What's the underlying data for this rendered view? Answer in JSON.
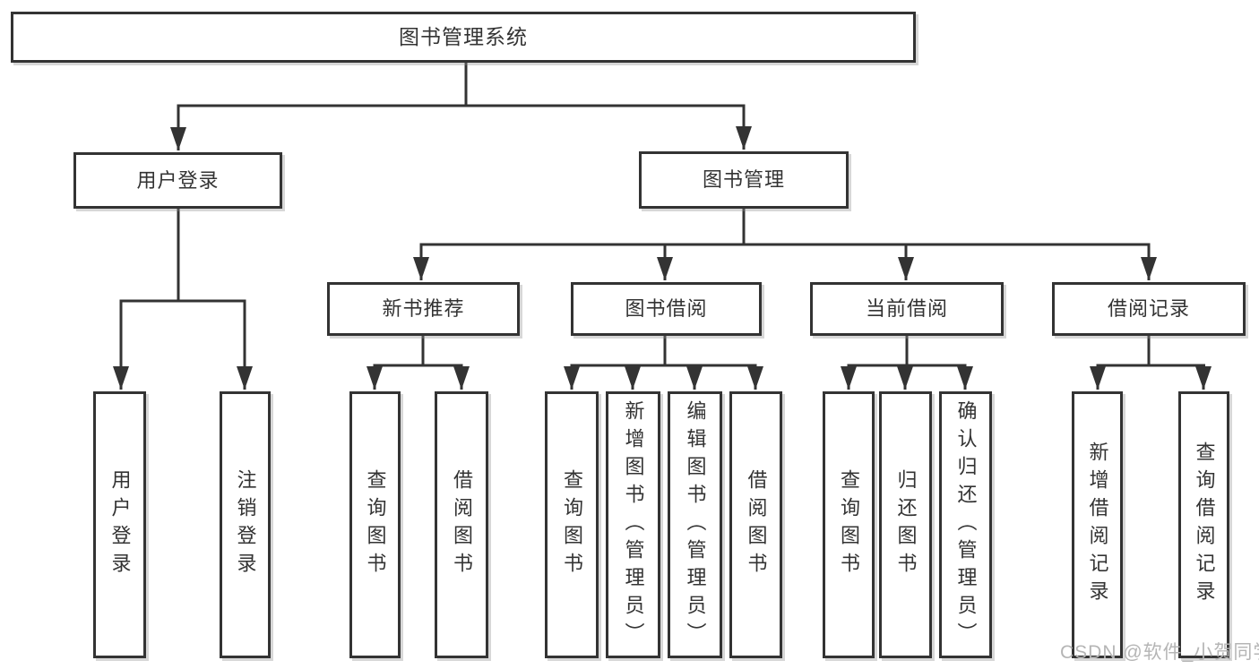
{
  "diagram_title": "图书管理系统",
  "watermark": "CSDN @软件_小贺同学",
  "colors": {
    "line": "#333333",
    "box_border": "#333333",
    "text": "#333333",
    "watermark": "#b5b5b5",
    "background": "#ffffff"
  },
  "tree": {
    "label": "图书管理系统",
    "children": [
      {
        "label": "用户登录",
        "children": [
          {
            "label": "用户登录"
          },
          {
            "label": "注销登录"
          }
        ]
      },
      {
        "label": "图书管理",
        "children": [
          {
            "label": "新书推荐",
            "children": [
              {
                "label": "查询图书"
              },
              {
                "label": "借阅图书"
              }
            ]
          },
          {
            "label": "图书借阅",
            "children": [
              {
                "label": "查询图书"
              },
              {
                "label": "新增图书（管理员）"
              },
              {
                "label": "编辑图书（管理员）"
              },
              {
                "label": "借阅图书"
              }
            ]
          },
          {
            "label": "当前借阅",
            "children": [
              {
                "label": "查询图书"
              },
              {
                "label": "归还图书"
              },
              {
                "label": "确认归还（管理员）"
              }
            ]
          },
          {
            "label": "借阅记录",
            "children": [
              {
                "label": "新增借阅记录"
              },
              {
                "label": "查询借阅记录"
              }
            ]
          }
        ]
      }
    ]
  }
}
